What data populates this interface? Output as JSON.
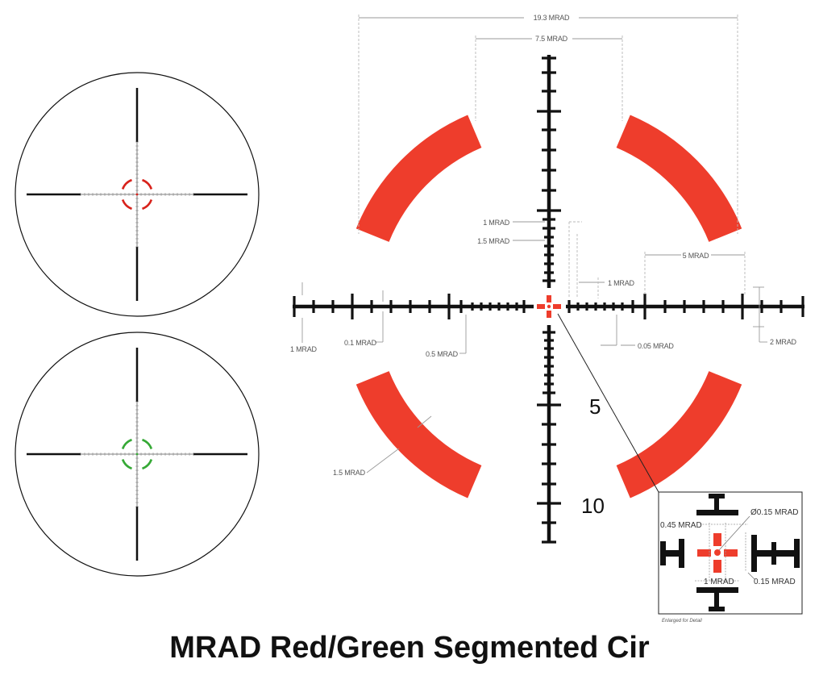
{
  "title": "MRAD Red/Green Segmented Cir",
  "colors": {
    "red": "#ee3d2c",
    "green": "#36a936",
    "ink": "#111111",
    "dimension": "#9a9a9a"
  },
  "thumbnails": [
    {
      "variant": "red",
      "ring_color": "#d8221b"
    },
    {
      "variant": "green",
      "ring_color": "#36a936"
    }
  ],
  "dimensions": {
    "top_width": "19.3 MRAD",
    "gap_width": "7.5 MRAD",
    "upper_1": "1 MRAD",
    "upper_1_5": "1.5 MRAD",
    "right_1": "1 MRAD",
    "right_5": "5 MRAD",
    "left_1": "1 MRAD",
    "left_0_1": "0.1 MRAD",
    "left_0_5": "0.5 MRAD",
    "right_0_05": "0.05 MRAD",
    "right_2": "2 MRAD",
    "arc_width": "1.5 MRAD"
  },
  "stadia_labels": [
    "5",
    "10"
  ],
  "detail": {
    "dot": "Ø0.15 MRAD",
    "offset": "0.45 MRAD",
    "width": "1 MRAD",
    "thickness": "0.15 MRAD",
    "note": "Enlarged for Detail"
  }
}
